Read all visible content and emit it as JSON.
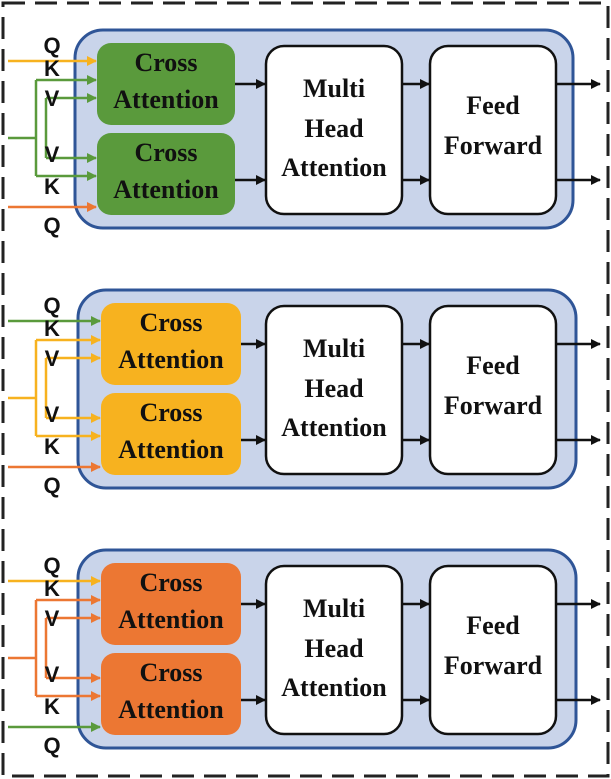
{
  "colors": {
    "panel_fill": "#c9d4ea",
    "panel_stroke": "#2f5597",
    "green": "#5a9a3c",
    "yellow": "#f7b21f",
    "orange": "#ec7733",
    "arrow": "#111111",
    "frame": "#222222"
  },
  "labels": {
    "cross_line1": "Cross",
    "cross_line2": "Attention",
    "mha_line1": "Multi",
    "mha_line2": "Head",
    "mha_line3": "Attention",
    "ff_line1": "Feed",
    "ff_line2": "Forward",
    "q": "Q",
    "k": "K",
    "v": "V"
  },
  "blocks": [
    {
      "name": "green-block",
      "cross_fill": "green",
      "top_input": "yellow",
      "shared_input": "green",
      "bottom_input": "orange"
    },
    {
      "name": "yellow-block",
      "cross_fill": "yellow",
      "top_input": "green",
      "shared_input": "yellow",
      "bottom_input": "orange"
    },
    {
      "name": "orange-block",
      "cross_fill": "orange",
      "top_input": "yellow",
      "shared_input": "orange",
      "bottom_input": "green"
    }
  ]
}
